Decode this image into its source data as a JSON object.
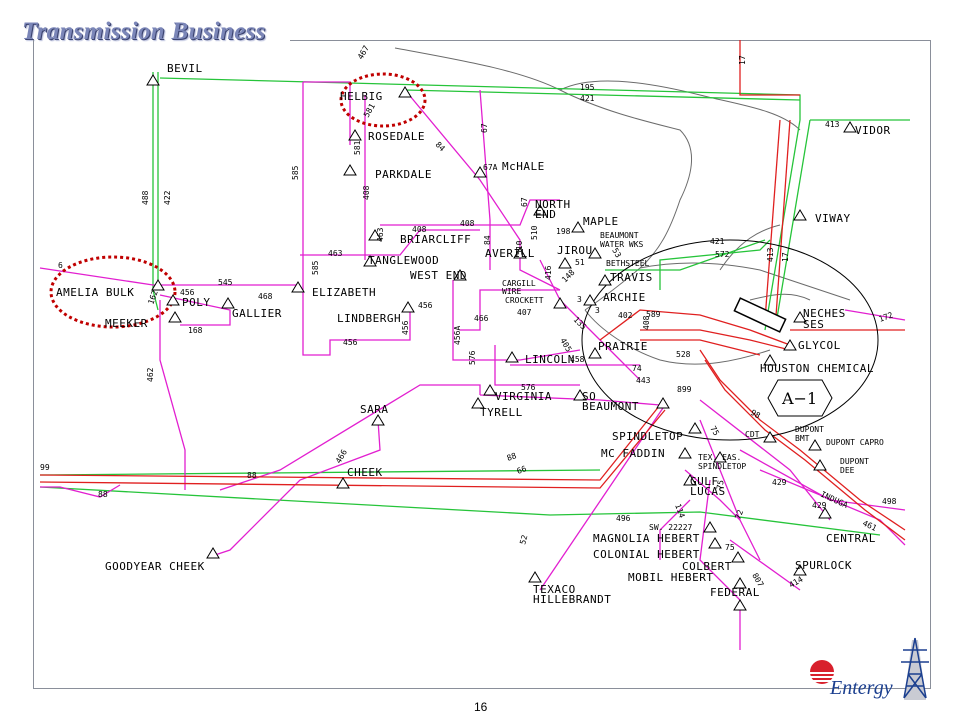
{
  "title": "Transmission Business",
  "page_number": "16",
  "logo_text": "Entergy",
  "substations": {
    "bevil": "BEVIL",
    "helbig": "HELBIG",
    "rosedale": "ROSEDALE",
    "parkdale": "PARKDALE",
    "mchale": "McHALE",
    "north_end": "NORTH",
    "north_end2": "END",
    "maple": "MAPLE",
    "beaumont_water": "BEAUMONT",
    "beaumont_water2": "WATER WKS",
    "vidor": "VIDOR",
    "viway": "VIWAY",
    "briarcliff": "BRIARCLIFF",
    "tanglewood": "TANGLEWOOD",
    "west_end": "WEST END",
    "averill": "AVERILL",
    "jirou": "JIROU",
    "bethsteel": "BETHSTEEL",
    "travis": "TRAVIS",
    "cargill": "CARGILL",
    "cargill2": "WIRE",
    "crockett": "CROCKETT",
    "archie": "ARCHIE",
    "amelia_bulk": "AMELIA BULK",
    "poly": "POLY",
    "meeker": "MEEKER",
    "gallier": "GALLIER",
    "elizabeth": "ELIZABETH",
    "lindbergh": "LINDBERGH",
    "neches": "NECHES",
    "neches2": "SES",
    "glycol": "GLYCOL",
    "houston_chemical": "HOUSTON CHEMICAL",
    "prairie": "PRAIRIE",
    "lincoln": "LINCOLN",
    "virginia": "VIRGINIA",
    "so_beaumont": "SO",
    "so_beaumont2": "BEAUMONT",
    "tyrell": "TYRELL",
    "sara": "SARA",
    "spindletop": "SPINDLETOP",
    "cdt": "CDT",
    "dupont_bmt": "DUPONT",
    "dupont_bmt2": "BMT",
    "dupont_capro": "DUPONT CAPRO",
    "mc_faddin": "MC FADDIN",
    "tex_eas": "TEX. EAS.",
    "tex_eas2": "SPINDLETOP",
    "dupont_dee": "DUPONT",
    "dupont_dee2": "DEE",
    "cheek": "CHEEK",
    "gulf": "GULF",
    "gulf2": "LUCAS",
    "induga": "INDUGA",
    "central": "CENTRAL",
    "sw": "SW. 22227",
    "magnolia": "MAGNOLIA HEBERT",
    "colonial": "COLONIAL HEBERT",
    "colbert": "COLBERT",
    "mobil": "MOBIL HEBERT",
    "goodyear": "GOODYEAR CHEEK",
    "spurlock": "SPURLOCK",
    "texaco": "TEXACO",
    "texaco2": "HILLEBRANDT",
    "federal": "FEDERAL",
    "a1": "A−1"
  },
  "line_numbers": {
    "n467": "467",
    "n17a": "17",
    "n195": "195",
    "n421": "421",
    "n413": "413",
    "n581": "581",
    "n84": "84",
    "n67": "67",
    "n67a": "67A",
    "n585": "585",
    "n581b": "581",
    "n408": "408",
    "n488": "488",
    "n422": "422",
    "n67b": "67",
    "n510": "510",
    "n198": "198",
    "n408b": "408",
    "n408c": "408",
    "n463": "463",
    "n84b": "84",
    "n510b": "510",
    "n53": "53",
    "n421b": "421",
    "n572": "572",
    "n413b": "413",
    "n17b": "17",
    "n463b": "463",
    "n585b": "585",
    "n416": "416",
    "n51": "51",
    "n148": "148",
    "n545": "545",
    "n456": "456",
    "n162": "162",
    "n468": "468",
    "n456b": "456",
    "n456c": "456",
    "n466": "466",
    "n407": "407",
    "n3": "3",
    "n405": "405",
    "n3b": "3",
    "n168": "168",
    "n456d": "456",
    "n456a": "456A",
    "n135": "135",
    "n402": "402",
    "n408d": "408",
    "n589": "589",
    "n172": "172",
    "n462": "462",
    "n576": "576",
    "n458": "458",
    "n528": "528",
    "n74": "74",
    "n443": "443",
    "n576b": "576",
    "n899": "899",
    "n98": "98",
    "n466b": "466",
    "n88": "88",
    "n66": "66",
    "n99": "99",
    "n88b": "88",
    "n75": "75",
    "n114": "114",
    "n72": "72",
    "n496": "496",
    "n429": "429",
    "n461": "461",
    "n498": "498",
    "n52": "52",
    "n414": "414",
    "n807": "807",
    "n75b": "75",
    "n75c": "75",
    "n6": "6"
  }
}
